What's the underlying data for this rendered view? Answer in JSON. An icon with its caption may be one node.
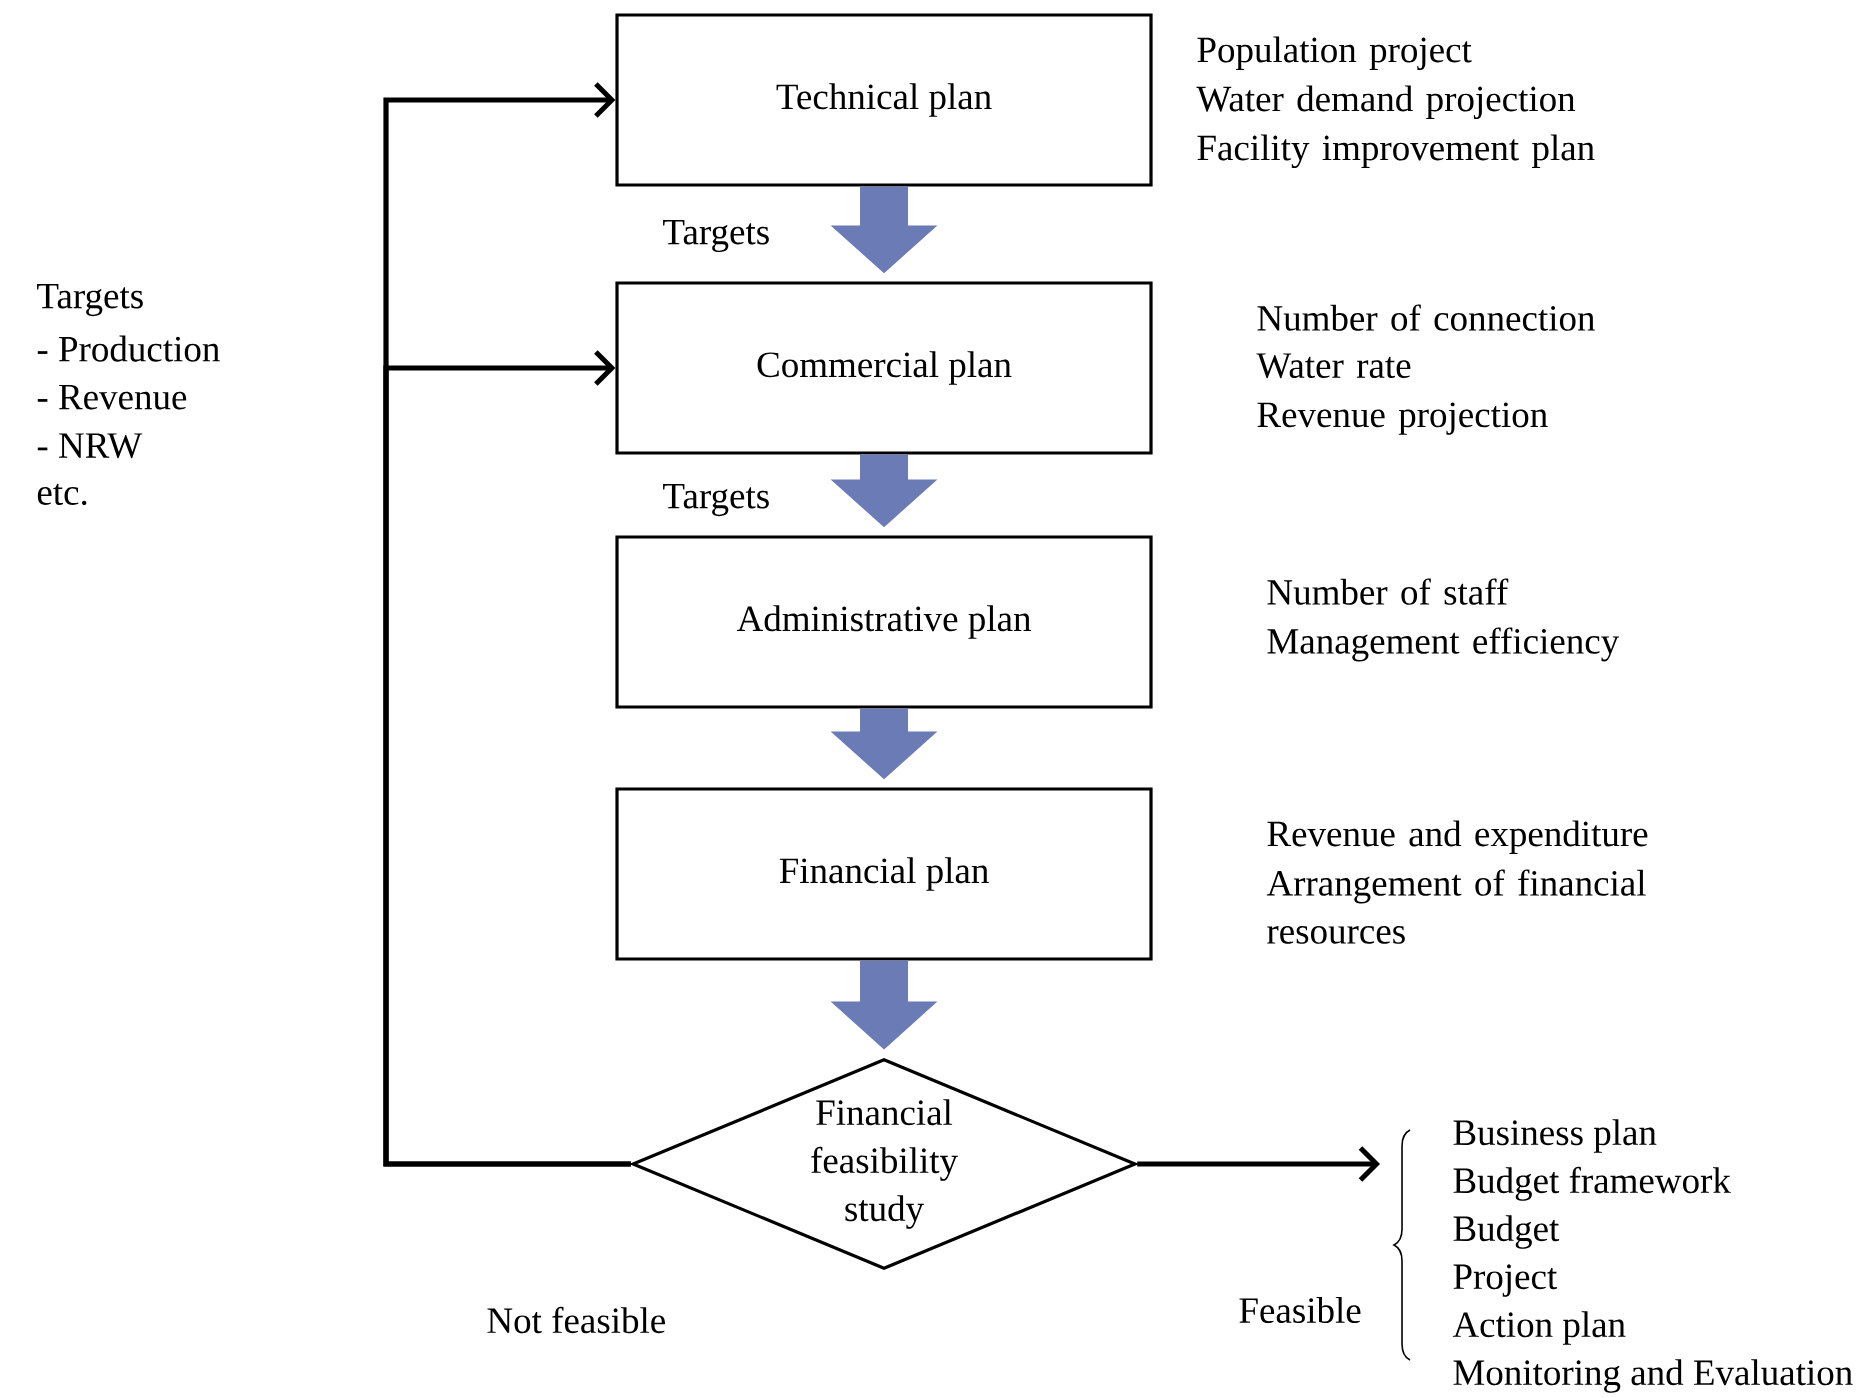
{
  "diagram": {
    "nodes": [
      {
        "text": [
          "Technical plan"
        ],
        "beside": [
          "Population project",
          "Water demand projection",
          "Facility improvement plan"
        ]
      },
      {
        "text": [
          "Commercial plan"
        ],
        "beside": [
          "Number of connection",
          "Water rate",
          "Revenue projection"
        ]
      },
      {
        "text": [
          "Administrative plan"
        ],
        "beside": [
          "Number of staff",
          "Management efficiency"
        ]
      },
      {
        "text": [
          "Financial plan"
        ],
        "beside": [
          "Revenue and expenditure",
          "Arrangement of financial resources"
        ]
      },
      {
        "text": [
          "Financial feasibility study"
        ]
      },
      {
        "text": [
          "Business plan",
          "Budget framework",
          "Budget",
          "Project",
          "Action plan",
          "Monitoring and Evaluation"
        ]
      }
    ],
    "edges": [
      {
        "from": 0,
        "to": 1,
        "arrow": "to",
        "label": "Targets"
      },
      {
        "from": 1,
        "to": 2,
        "arrow": "to",
        "label": "Targets"
      },
      {
        "from": 2,
        "to": 3,
        "arrow": "to"
      },
      {
        "from": 3,
        "to": 4,
        "arrow": "to"
      },
      {
        "from": 4,
        "to": 0,
        "arrow": "to",
        "label": "Not feasible",
        "color": "#000000"
      },
      {
        "from": 4,
        "to": 1,
        "arrow": "to",
        "color": "#000000"
      },
      {
        "from": 4,
        "to": 5,
        "arrow": "to",
        "label": "Feasible",
        "color": "#000000"
      }
    ],
    "labels": [
      "Targets",
      "- Production",
      "- Revenue",
      "- NRW",
      "etc."
    ]
  }
}
